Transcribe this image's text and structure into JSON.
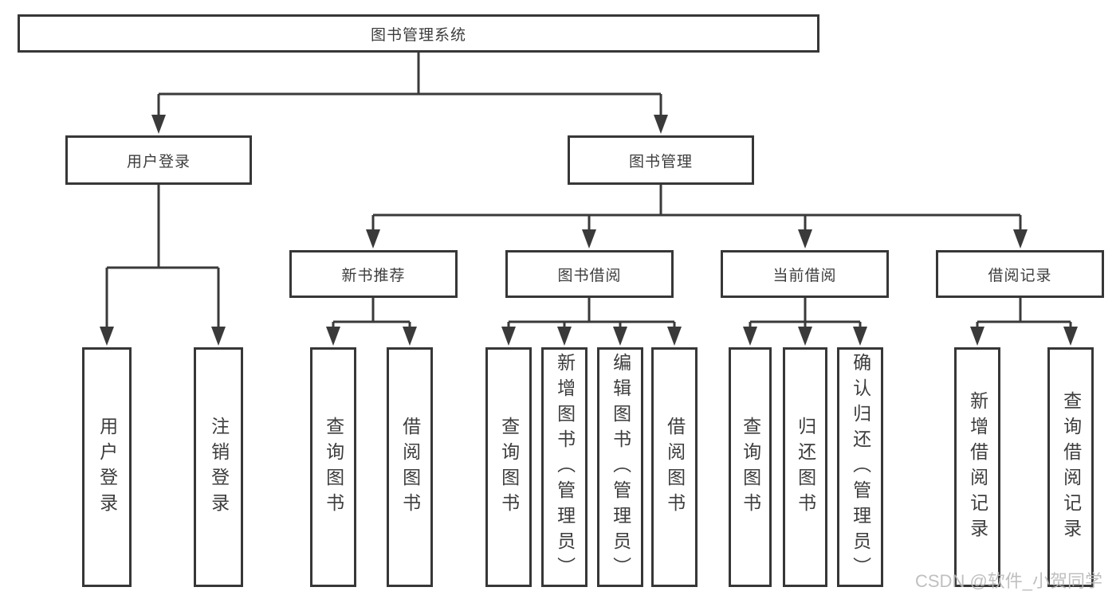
{
  "tree": {
    "root": {
      "label": "图书管理系统"
    },
    "level2": [
      {
        "label": "用户登录",
        "children": [
          {
            "label": "用户登录"
          },
          {
            "label": "注销登录"
          }
        ]
      },
      {
        "label": "图书管理",
        "children": [
          {
            "label": "新书推荐",
            "children": [
              {
                "label": "查询图书"
              },
              {
                "label": "借阅图书"
              }
            ]
          },
          {
            "label": "图书借阅",
            "children": [
              {
                "label": "查询图书"
              },
              {
                "label": "新增图书（管理员）"
              },
              {
                "label": "编辑图书（管理员）"
              },
              {
                "label": "借阅图书"
              }
            ]
          },
          {
            "label": "当前借阅",
            "children": [
              {
                "label": "查询图书"
              },
              {
                "label": "归还图书"
              },
              {
                "label": "确认归还（管理员）"
              }
            ]
          },
          {
            "label": "借阅记录",
            "children": [
              {
                "label": "新增借阅记录"
              },
              {
                "label": "查询借阅记录"
              }
            ]
          }
        ]
      }
    ]
  },
  "watermark": "CSDN @软件_小贺同学",
  "colors": {
    "line": "#3a3a3a",
    "border": "#373737",
    "text": "#3d3d3d",
    "watermark": "#b9b9b9"
  }
}
